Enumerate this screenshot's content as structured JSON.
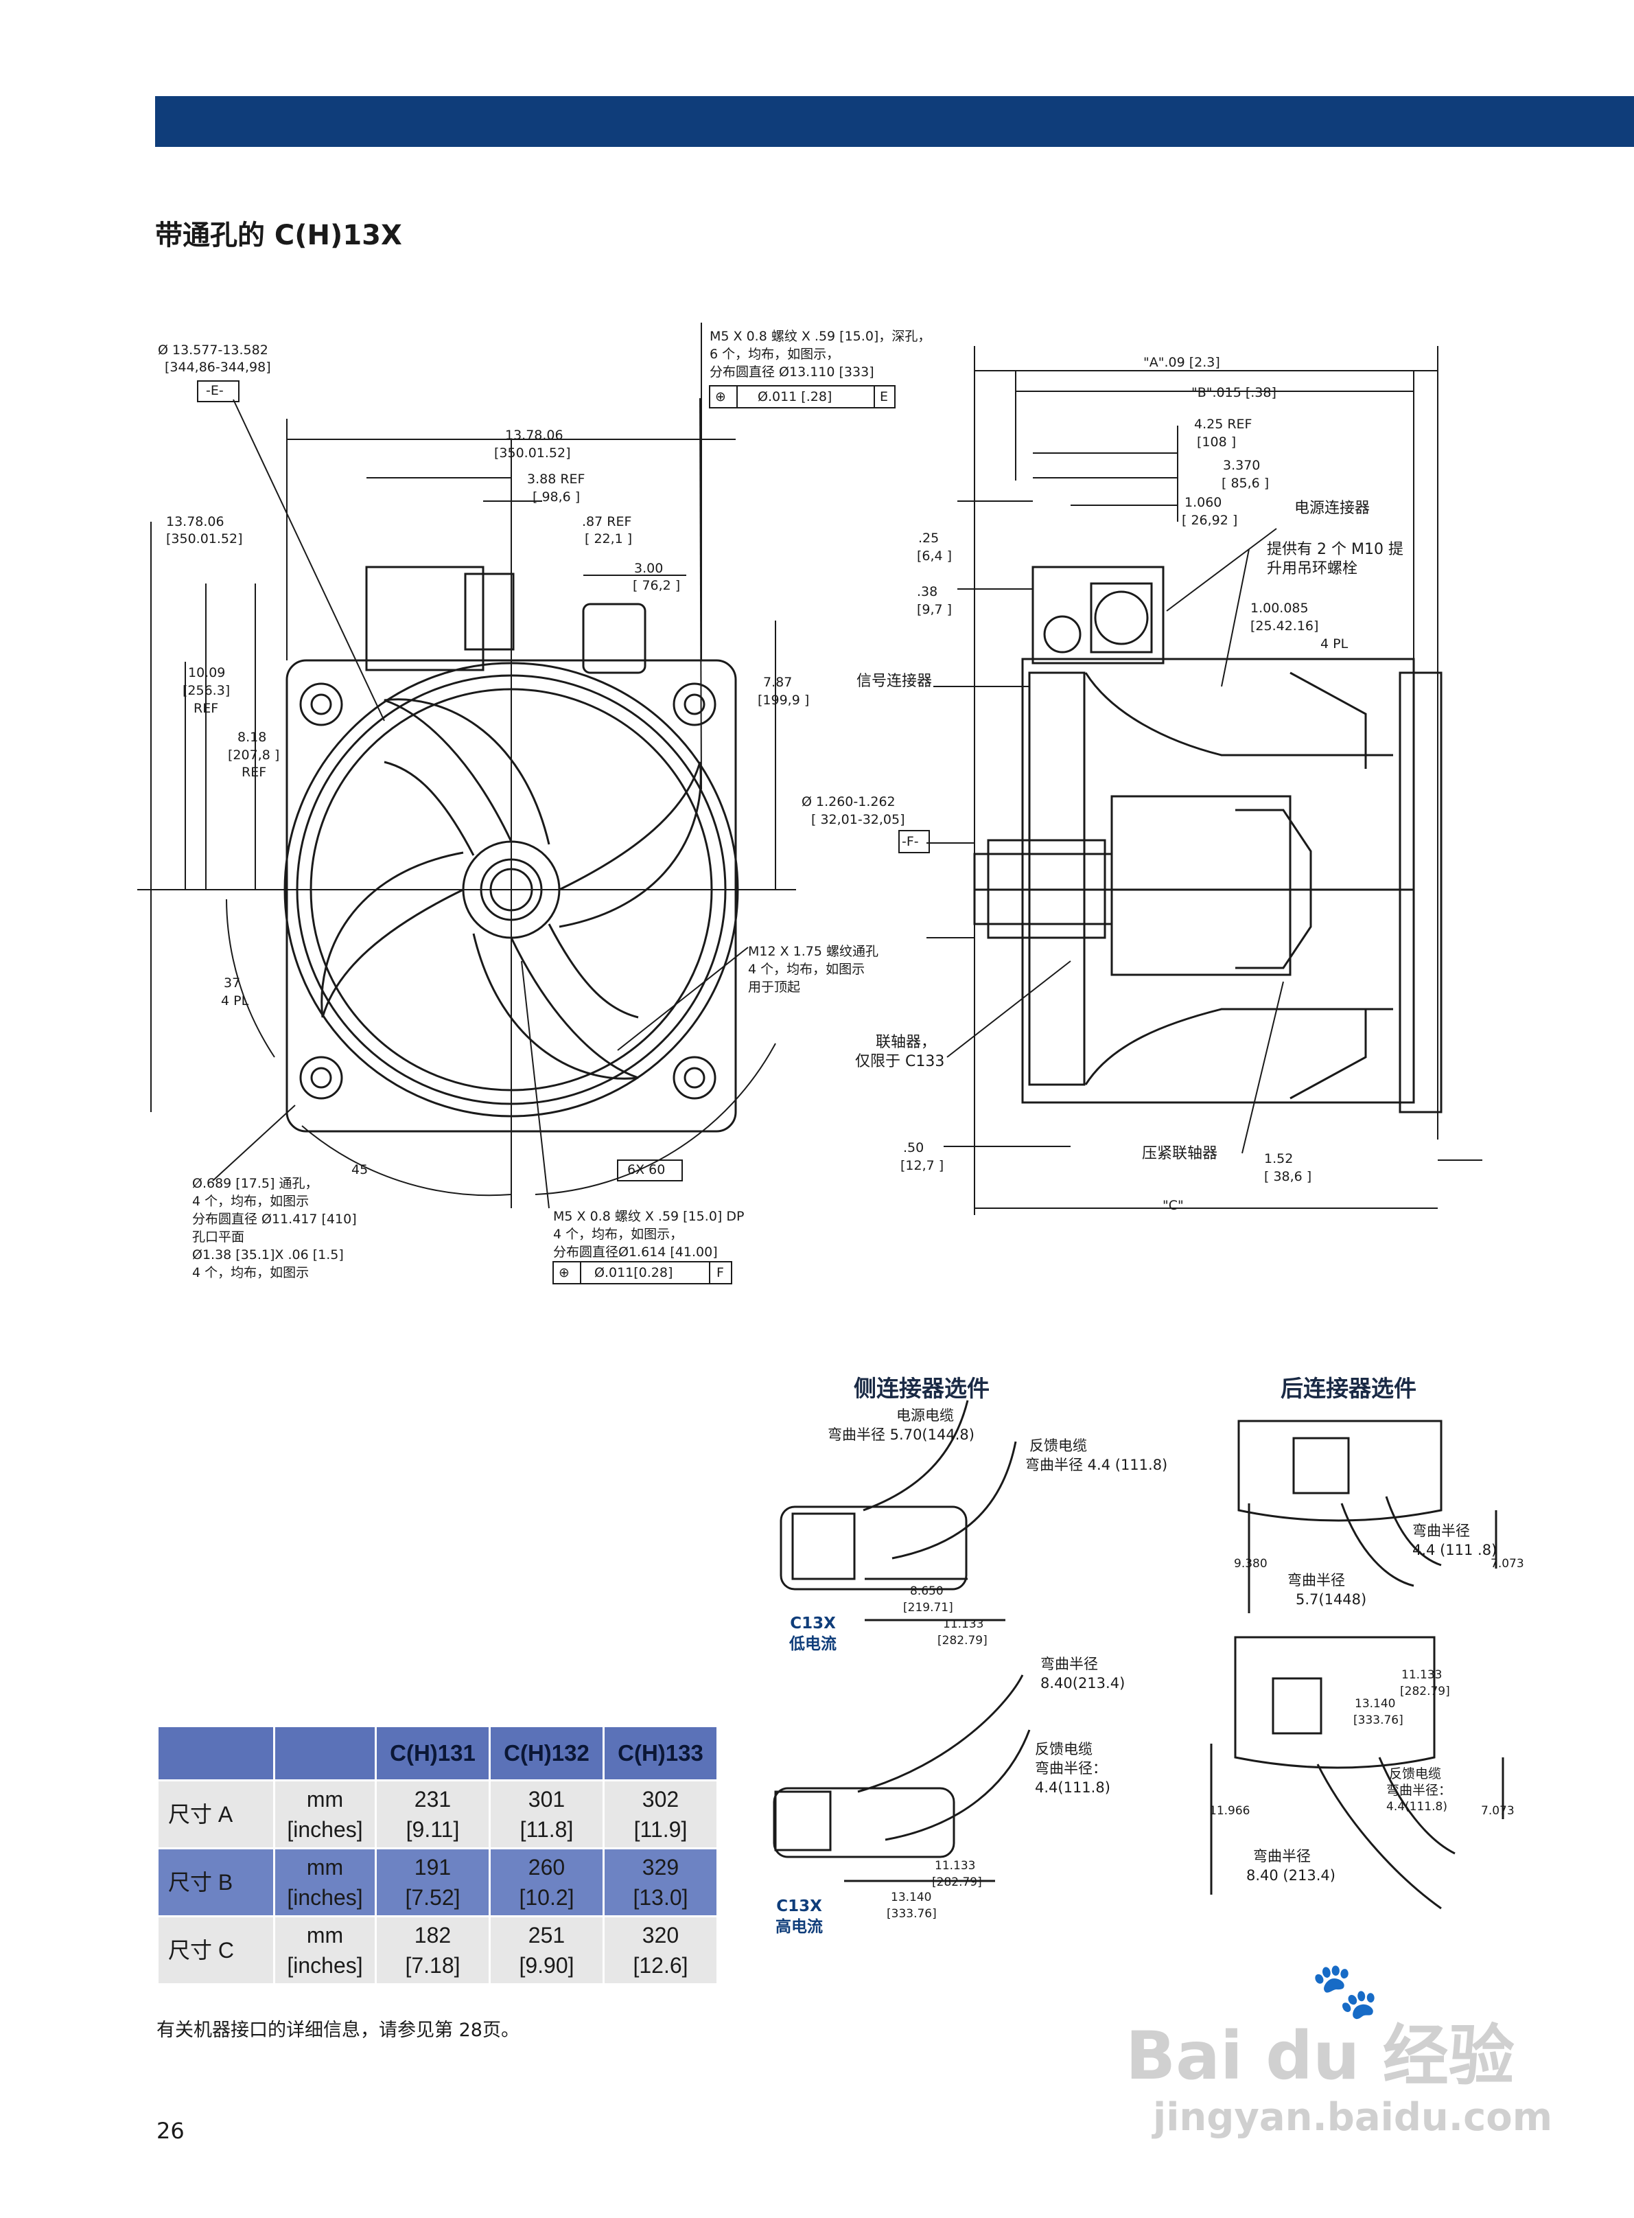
{
  "page": {
    "title": "带通孔的 C(H)13X",
    "note": "有关机器接口的详细信息，请参见第 28页。",
    "page_number": "26"
  },
  "front_view": {
    "dia_label": "Ø 13.577-13.582",
    "dia_label_mm": "[344,86-344,98]",
    "datum_e": "-E-",
    "width": "13.78.06",
    "width_mm": "[350.01.52]",
    "ref388": "3.88 REF",
    "ref388_mm": "[ 98,6 ]",
    "ref087": ".87 REF",
    "ref087_mm": "[ 22,1 ]",
    "dim300": "3.00",
    "dim300_mm": "[ 76,2 ]",
    "height": "13.78.06",
    "height_mm": "[350.01.52]",
    "dim1009": "10.09",
    "dim1009_mm": "[256.3]",
    "dim1009_ref": "REF",
    "dim818": "8.18",
    "dim818_mm": "[207,8 ]",
    "dim818_ref": "REF",
    "dim787": "7.87",
    "dim787_mm": "[199,9 ]",
    "angle37": "37",
    "angle37_pl": "4 PL",
    "angle45": "45",
    "m5_line1": "M5 X 0.8 螺纹 X .59 [15.0]，深孔，",
    "m5_line2": "6 个，均布，如图示，",
    "m5_line3": "分布圆直径 Ø13.110 [333]",
    "m5_fcf_tol": "Ø.011 [.28]",
    "m5_fcf_datum": "E",
    "m12_line1": "M12 X 1.75 螺纹通孔",
    "m12_line2": "4 个，均布，如图示",
    "m12_line3": "用于顶起",
    "hole_line1": "Ø.689 [17.5] 通孔，",
    "hole_line2": "4 个，均布，如图示",
    "hole_line3": "分布圆直径 Ø11.417 [410]",
    "hole_line4": "孔口平面",
    "hole_line5": "Ø1.38 [35.1]X .06 [1.5]",
    "hole_line6": "4 个，均布，如图示",
    "six_x": "6X    60",
    "m5dp_line1": "M5 X 0.8 螺纹 X .59 [15.0] DP",
    "m5dp_line2": "4 个，均布，如图示，",
    "m5dp_line3": "分布圆直径Ø1.614 [41.00]",
    "m5dp_fcf_tol": "Ø.011[0.28]",
    "m5dp_fcf_datum": "F"
  },
  "side_view": {
    "dimA": "\"A\".09 [2.3]",
    "dimB": "\"B\".015 [.38]",
    "dim425": "4.25   REF",
    "dim425_mm": "[108 ]",
    "dim3370": "3.370",
    "dim3370_mm": "[ 85,6 ]",
    "dim1060": "1.060",
    "dim1060_mm": "[ 26,92 ]",
    "power_conn": "电源连接器",
    "lift_line1": "提供有 2 个 M10 提",
    "lift_line2": "升用吊环螺栓",
    "dim1000": "1.00.085",
    "dim1000_mm": "[25.42.16]",
    "dim1000_pl": "4 PL",
    "dim025": ".25",
    "dim025_mm": "[6,4 ]",
    "dim038": ".38",
    "dim038_mm": "[9,7 ]",
    "signal_conn": "信号连接器",
    "shaft_dia": "Ø  1.260-1.262",
    "shaft_dia_mm": "[ 32,01-32,05]",
    "datum_f": "-F-",
    "coupling_line1": "联轴器，",
    "coupling_line2": "仅限于 C133",
    "dim050": ".50",
    "dim050_mm": "[12,7 ]",
    "clamp_coupling": "压紧联轴器",
    "dim152": "1.52",
    "dim152_mm": "[ 38,6 ]",
    "dimC": "\"C\""
  },
  "side_connector": {
    "title": "侧连接器选件",
    "power_cable": "电源电缆",
    "bend_radius_power": "弯曲半径 5.70(144.8)",
    "feedback_cable": "反馈电缆",
    "bend_radius_feedback": "弯曲半径 4.4 (111.8)",
    "dim8650": "8.650",
    "dim8650_mm": "[219.71]",
    "dim11133": "11.133",
    "dim11133_mm": "[282.79]",
    "low_model": "C13X",
    "low_current": "低电流",
    "bend_radius2": "弯曲半径",
    "bend_radius2_val": "8.40(213.4)",
    "feedback_cable2": "反馈电缆",
    "bend_radius3": "弯曲半径：",
    "bend_radius3_val": "4.4(111.8)",
    "dim11133b": "11.133",
    "dim11133b_mm": "[282.79]",
    "dim13140": "13.140",
    "dim13140_mm": "[333.76]",
    "high_model": "C13X",
    "high_current": "高电流"
  },
  "rear_connector": {
    "title": "后连接器选件",
    "bend_radius_a": "弯曲半径",
    "bend_radius_a_val": "4.4 (111 .8)",
    "dim9380": "9.380",
    "dim7073": "7.073",
    "bend_radius_b": "弯曲半径",
    "bend_radius_b_val": "5.7(1448)",
    "dim11133": "11.133",
    "dim11133_mm": "[282.79]",
    "dim13140": "13.140",
    "dim13140_mm": "[333.76]",
    "feedback_cable": "反馈电缆",
    "bend_radius_c": "弯曲半径：",
    "bend_radius_c_val": "4.4(111.8)",
    "dim11966": "11.966",
    "dim7073b": "7.073",
    "bend_radius_d": "弯曲半径",
    "bend_radius_d_val": "8.40 (213.4)"
  },
  "table": {
    "headers": [
      "",
      "",
      "C(H)131",
      "C(H)132",
      "C(H)133"
    ],
    "rows": [
      {
        "name": "尺寸 A",
        "unit1": "mm",
        "unit2": "[inches]",
        "v1": "231",
        "v1i": "[9.11]",
        "v2": "301",
        "v2i": "[11.8]",
        "v3": "302",
        "v3i": "[11.9]"
      },
      {
        "name": "尺寸 B",
        "unit1": "mm",
        "unit2": "[inches]",
        "v1": "191",
        "v1i": "[7.52]",
        "v2": "260",
        "v2i": "[10.2]",
        "v3": "329",
        "v3i": "[13.0]"
      },
      {
        "name": "尺寸 C",
        "unit1": "mm",
        "unit2": "[inches]",
        "v1": "182",
        "v1i": "[7.18]",
        "v2": "251",
        "v2i": "[9.90]",
        "v3": "320",
        "v3i": "[12.6]"
      }
    ]
  },
  "watermark": {
    "brand": "Bai du 经验",
    "url": "jingyan.baidu.com"
  },
  "colors": {
    "banner": "#0f3d7a",
    "table_header": "#5b72b8",
    "table_alt": "#6d83c3",
    "table_row": "#e7e7e7"
  }
}
